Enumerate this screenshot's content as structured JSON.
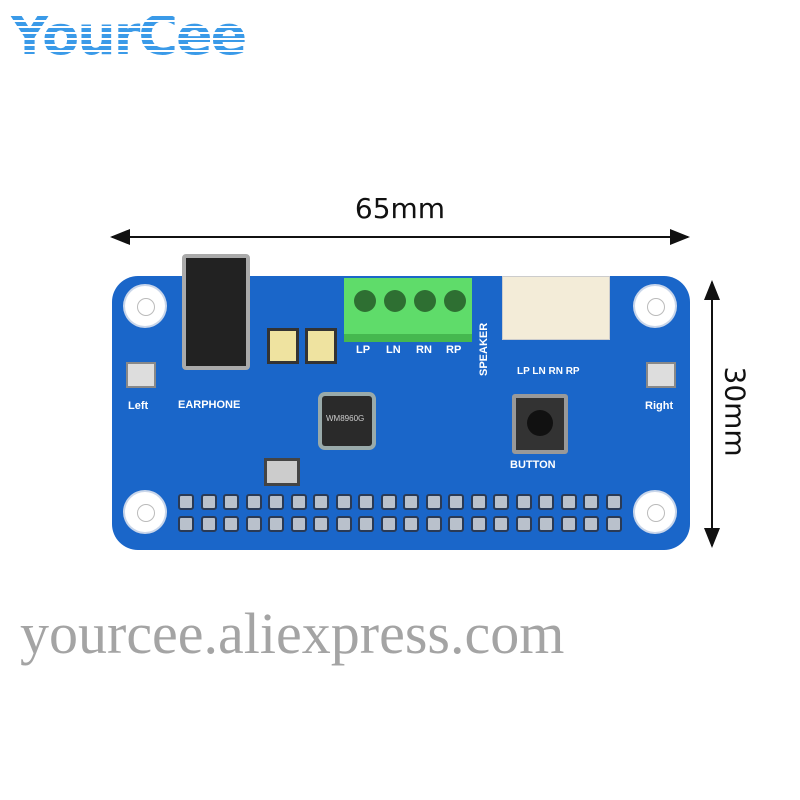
{
  "logo": "YourCee",
  "dimensions": {
    "width": "65mm",
    "height": "30mm"
  },
  "board": {
    "labels": {
      "earphone": "EARPHONE",
      "left": "Left",
      "right": "Right",
      "speaker": "SPEAKER",
      "button": "BUTTON",
      "terminal": [
        "LP",
        "LN",
        "RN",
        "RP"
      ],
      "connector": "LP LN RN RP"
    },
    "chip": "WM8960G",
    "color": "#1a66c9"
  },
  "watermark": "yourcee.aliexpress.com"
}
